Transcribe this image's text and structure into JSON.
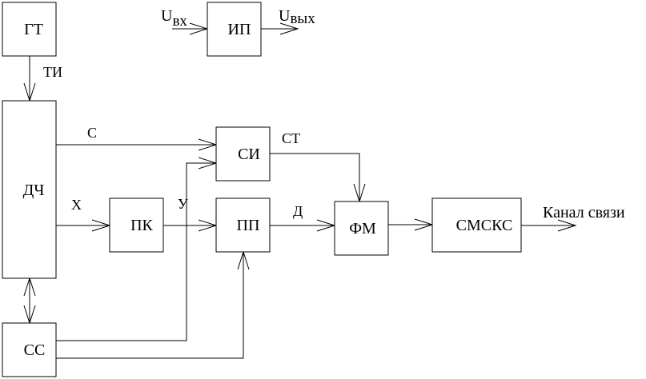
{
  "blocks": {
    "gt": "ГТ",
    "ip": "ИП",
    "dch": "ДЧ",
    "si": "СИ",
    "pk": "ПК",
    "pp": "ПП",
    "fm": "ФМ",
    "smsks": "СМСКС",
    "ss": "СС"
  },
  "signals": {
    "u_in_main": "U",
    "u_in_sub": "вх",
    "u_out_main": "U",
    "u_out_sub": "вых",
    "ti": "ТИ",
    "c": "С",
    "x": "Х",
    "y": "У",
    "st": "СТ",
    "d": "Д",
    "channel": "Канал связи"
  }
}
